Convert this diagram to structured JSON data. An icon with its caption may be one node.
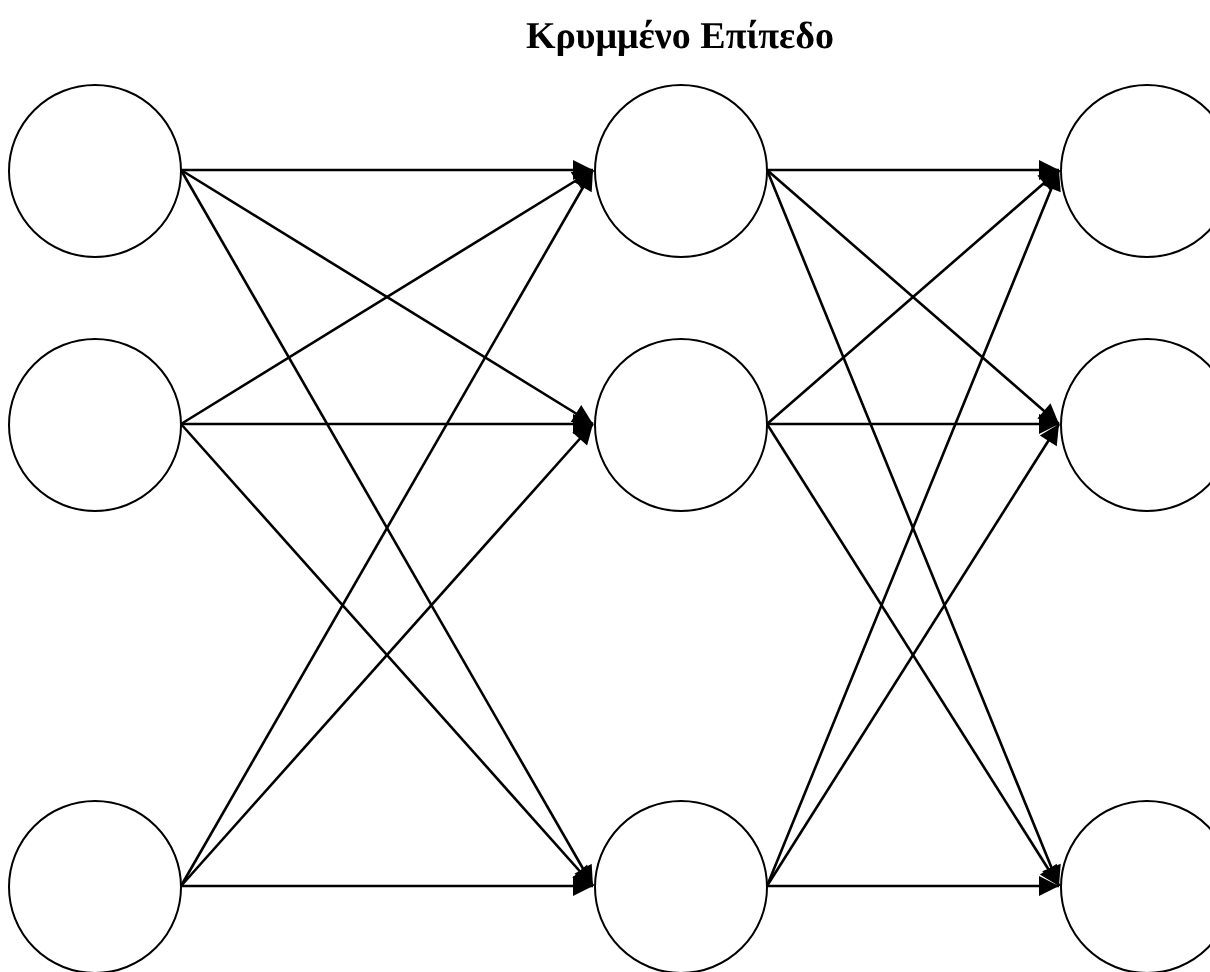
{
  "diagram": {
    "title": "Κρυμμένο Επίπεδο",
    "nodes": [
      {
        "text": [],
        "shape": "circle"
      },
      {
        "text": [],
        "shape": "circle"
      },
      {
        "text": [],
        "shape": "circle"
      },
      {
        "text": [],
        "shape": "circle"
      },
      {
        "text": [],
        "shape": "circle"
      },
      {
        "text": [],
        "shape": "circle"
      },
      {
        "text": [],
        "shape": "circle"
      },
      {
        "text": [],
        "shape": "circle"
      },
      {
        "text": [],
        "shape": "circle"
      }
    ],
    "edges": [
      {
        "from": 0,
        "to": 3,
        "arrow": "to"
      },
      {
        "from": 0,
        "to": 4,
        "arrow": "to"
      },
      {
        "from": 0,
        "to": 5,
        "arrow": "to"
      },
      {
        "from": 1,
        "to": 3,
        "arrow": "to"
      },
      {
        "from": 1,
        "to": 4,
        "arrow": "to"
      },
      {
        "from": 1,
        "to": 5,
        "arrow": "to"
      },
      {
        "from": 2,
        "to": 3,
        "arrow": "to"
      },
      {
        "from": 2,
        "to": 4,
        "arrow": "to"
      },
      {
        "from": 2,
        "to": 5,
        "arrow": "to"
      },
      {
        "from": 3,
        "to": 6,
        "arrow": "to"
      },
      {
        "from": 3,
        "to": 7,
        "arrow": "to"
      },
      {
        "from": 3,
        "to": 8,
        "arrow": "to"
      },
      {
        "from": 4,
        "to": 6,
        "arrow": "to"
      },
      {
        "from": 4,
        "to": 7,
        "arrow": "to"
      },
      {
        "from": 4,
        "to": 8,
        "arrow": "to"
      },
      {
        "from": 5,
        "to": 6,
        "arrow": "to"
      },
      {
        "from": 5,
        "to": 7,
        "arrow": "to"
      },
      {
        "from": 5,
        "to": 8,
        "arrow": "to"
      }
    ]
  }
}
